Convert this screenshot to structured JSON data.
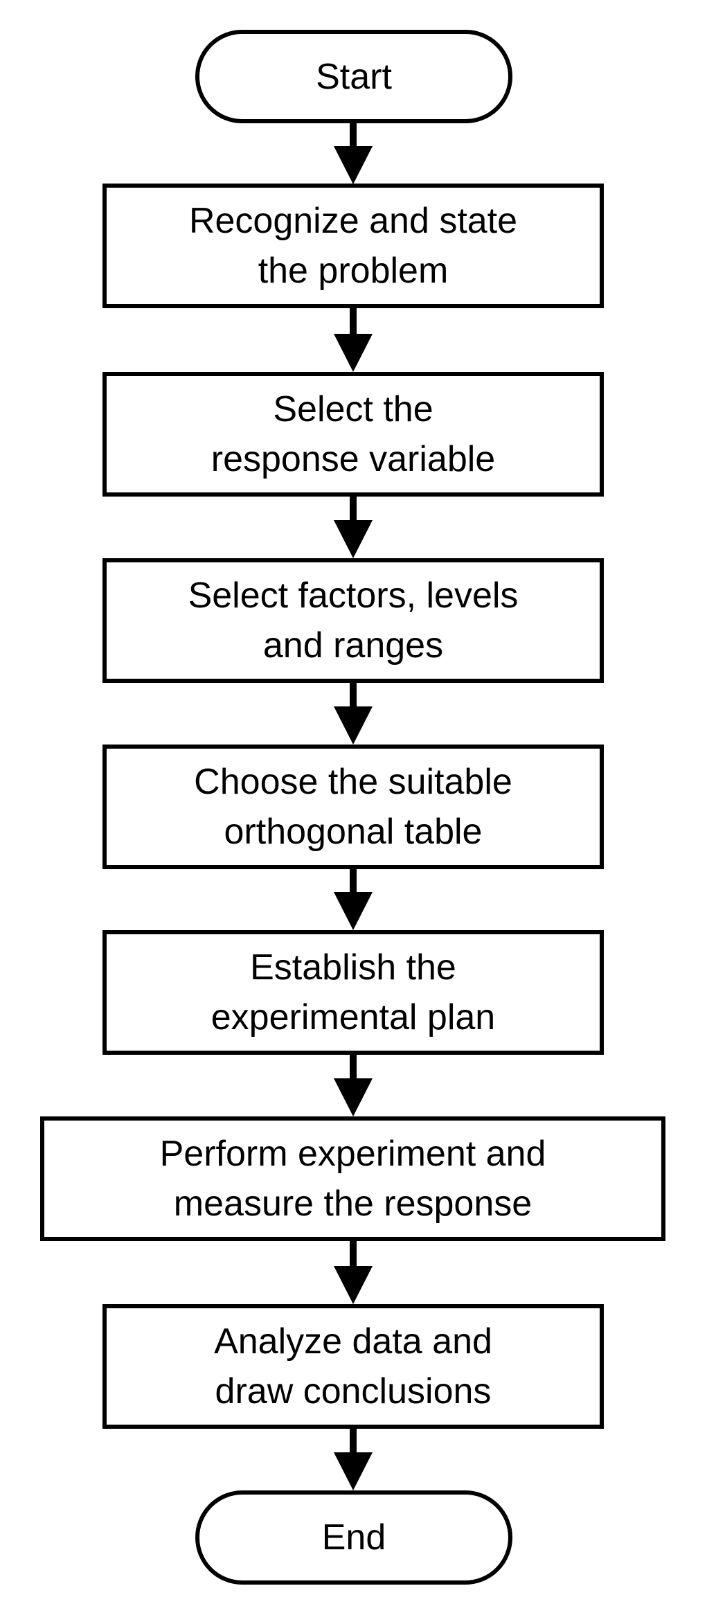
{
  "colors": {
    "background": "#ffffff",
    "stroke": "#000000",
    "text": "#000000"
  },
  "nodes": [
    {
      "id": "start",
      "type": "terminator",
      "label": "Start"
    },
    {
      "id": "recognize-problem",
      "type": "process",
      "label": "Recognize and state\nthe problem"
    },
    {
      "id": "select-response",
      "type": "process",
      "label": "Select the\nresponse variable"
    },
    {
      "id": "select-factors",
      "type": "process",
      "label": "Select factors, levels\nand ranges"
    },
    {
      "id": "choose-table",
      "type": "process",
      "label": "Choose the suitable\northogonal table"
    },
    {
      "id": "establish-plan",
      "type": "process",
      "label": "Establish the\nexperimental plan"
    },
    {
      "id": "perform-experiment",
      "type": "process",
      "label": "Perform experiment and\nmeasure the response"
    },
    {
      "id": "analyze-data",
      "type": "process",
      "label": "Analyze data and\ndraw conclusions"
    },
    {
      "id": "end",
      "type": "terminator",
      "label": "End"
    }
  ],
  "connections": [
    {
      "from": "start",
      "to": "recognize-problem",
      "direction": "down"
    },
    {
      "from": "recognize-problem",
      "to": "select-response",
      "direction": "down"
    },
    {
      "from": "select-response",
      "to": "select-factors",
      "direction": "down"
    },
    {
      "from": "select-factors",
      "to": "choose-table",
      "direction": "down"
    },
    {
      "from": "choose-table",
      "to": "establish-plan",
      "direction": "down"
    },
    {
      "from": "establish-plan",
      "to": "perform-experiment",
      "direction": "down"
    },
    {
      "from": "perform-experiment",
      "to": "analyze-data",
      "direction": "down"
    },
    {
      "from": "analyze-data",
      "to": "end",
      "direction": "down"
    }
  ]
}
